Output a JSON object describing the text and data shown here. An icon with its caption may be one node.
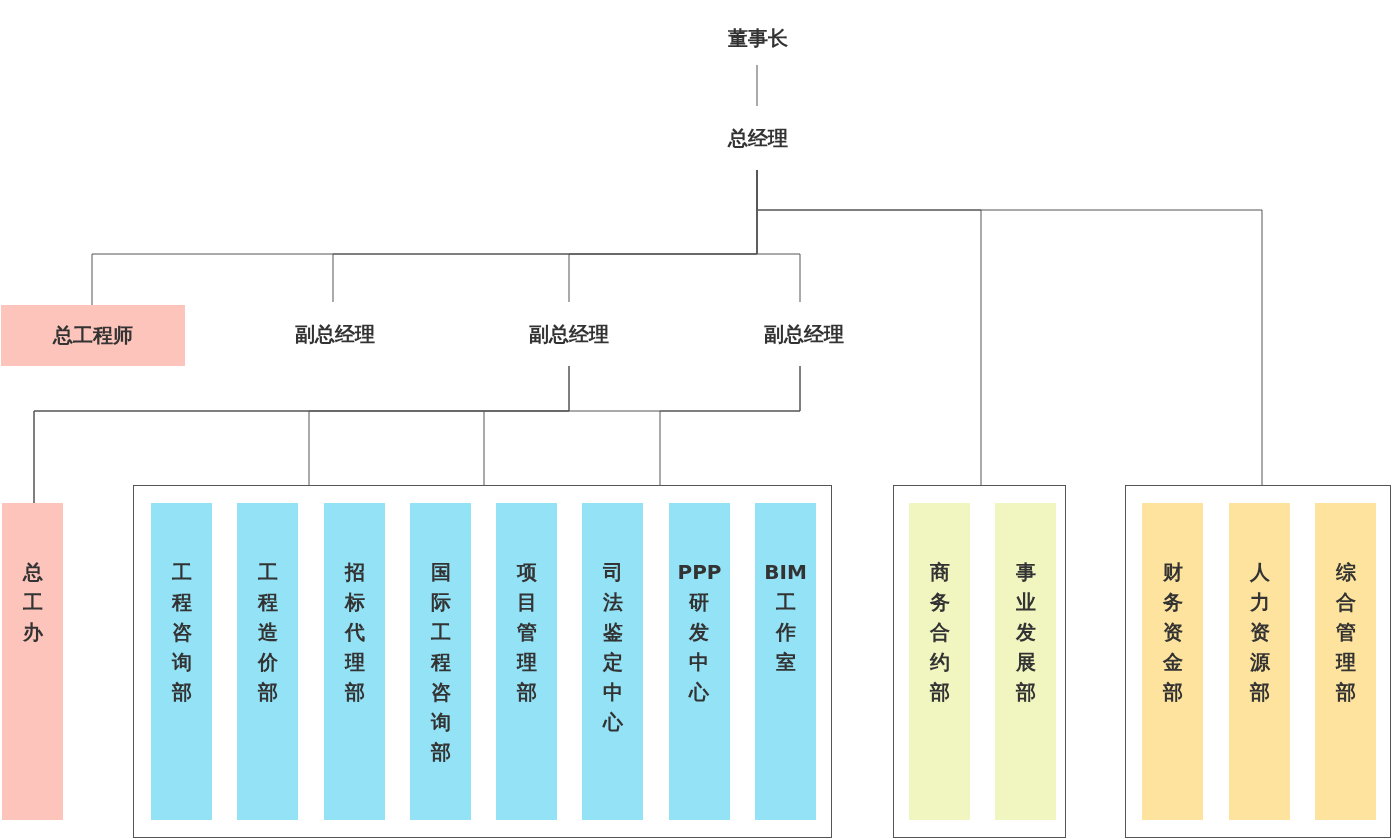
{
  "diagram": {
    "nodes": [
      {
        "text": [
          "董事长"
        ]
      },
      {
        "text": [
          "总经理"
        ]
      },
      {
        "text": [
          "总工程师"
        ]
      },
      {
        "text": [
          "副总经理"
        ]
      },
      {
        "text": [
          "副总经理"
        ]
      },
      {
        "text": [
          "副总经理"
        ]
      },
      {
        "text": [
          "总工办"
        ]
      },
      {
        "text": [],
        "shape": "box"
      },
      {
        "text": [
          "工程咨询部"
        ],
        "in": 7
      },
      {
        "text": [
          "工程造价部"
        ],
        "in": 7
      },
      {
        "text": [
          "招标代理部"
        ],
        "in": 7
      },
      {
        "text": [
          "国际工程咨询部"
        ],
        "in": 7
      },
      {
        "text": [
          "项目管理部"
        ],
        "in": 7
      },
      {
        "text": [
          "司法鉴定中心"
        ],
        "in": 7
      },
      {
        "text": [
          "PPP研发中心"
        ],
        "in": 7
      },
      {
        "text": [
          "BIM工作室"
        ],
        "in": 7
      },
      {
        "text": [],
        "shape": "box"
      },
      {
        "text": [
          "商务合约部"
        ],
        "in": 16
      },
      {
        "text": [
          "事业发展部"
        ],
        "in": 16
      },
      {
        "text": [],
        "shape": "box"
      },
      {
        "text": [
          "财务资金部"
        ],
        "in": 19
      },
      {
        "text": [
          "人力资源部"
        ],
        "in": 19
      },
      {
        "text": [
          "综合管理部"
        ],
        "in": 19
      }
    ],
    "edges": [
      {
        "from": 0,
        "to": 1,
        "arrow": "none"
      },
      {
        "from": 1,
        "to": 2,
        "arrow": "none"
      },
      {
        "from": 1,
        "to": 3,
        "arrow": "none"
      },
      {
        "from": 1,
        "to": 4,
        "arrow": "none"
      },
      {
        "from": 1,
        "to": 5,
        "arrow": "none"
      },
      {
        "from": 1,
        "to": 16,
        "arrow": "none"
      },
      {
        "from": 1,
        "to": 19,
        "arrow": "none"
      },
      {
        "from": 4,
        "to": 6,
        "arrow": "none"
      },
      {
        "from": 4,
        "to": 7,
        "arrow": "none"
      },
      {
        "from": 5,
        "to": 6,
        "arrow": "none"
      },
      {
        "from": 5,
        "to": 7,
        "arrow": "none"
      }
    ]
  }
}
